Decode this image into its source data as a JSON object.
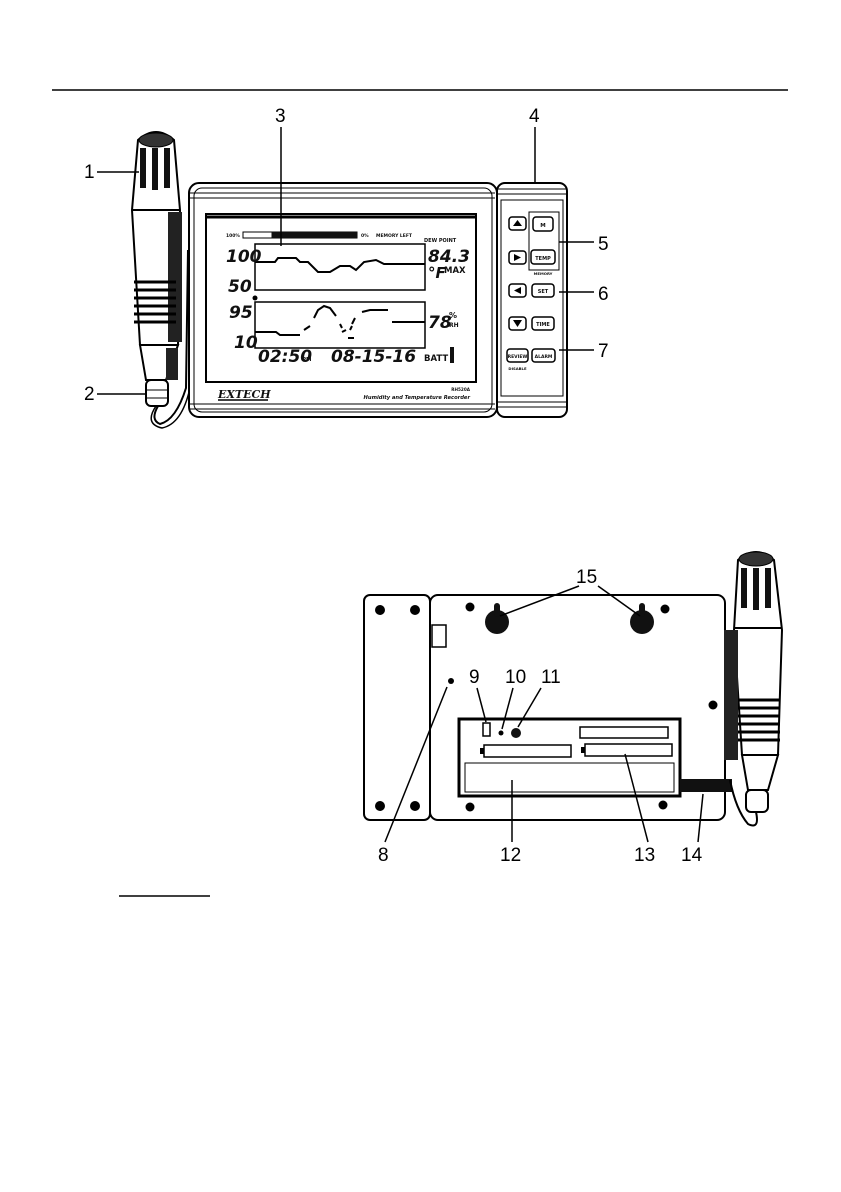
{
  "callouts": [
    "1",
    "2",
    "3",
    "4",
    "5",
    "6",
    "7",
    "8",
    "9",
    "10",
    "11",
    "12",
    "13",
    "14",
    "15"
  ],
  "display": {
    "memory_left_pct": "100%",
    "memory_zero_pct": "0%",
    "memory_left_label": "MEMORY LEFT",
    "dew_point_label": "DEW POINT",
    "temp_axis_top": "100",
    "temp_axis_bottom": "50",
    "rh_axis_top": "95",
    "rh_axis_bottom": "10",
    "temp_value": "84.3",
    "temp_unit": "°F",
    "max_label": "MAX",
    "rh_value": "78",
    "rh_unit_pct": "%",
    "rh_unit_rh": "RH",
    "time": "02:50",
    "ampm": "PM",
    "date": "08-15-16",
    "batt_label": "BATT",
    "memory_fill": 0.75
  },
  "branding": {
    "logo": "EXTECH",
    "model": "RH520A",
    "product": "Humidity and Temperature Recorder"
  },
  "keypad": {
    "r1": "M",
    "r1b": "TEMP",
    "under_temp": "MEMORY",
    "r3": "SET",
    "r4": "TIME",
    "r5a": "REVIEW",
    "r5b": "ALARM",
    "under_review": "DISABLE"
  }
}
